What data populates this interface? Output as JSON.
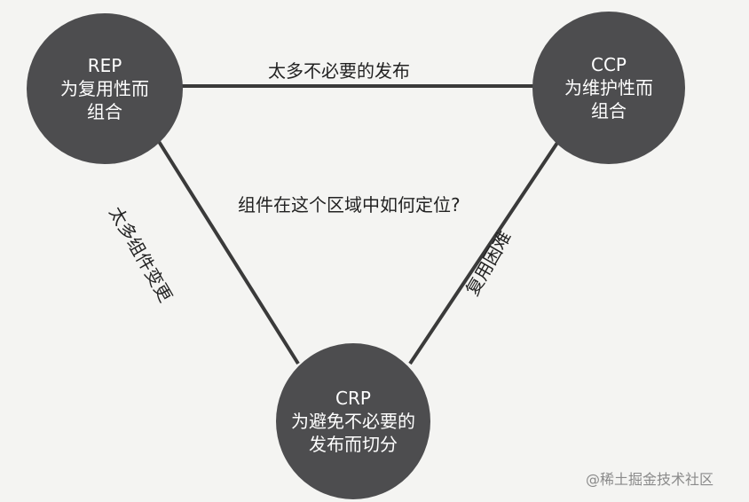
{
  "nodes": {
    "rep": {
      "lines": [
        "REP",
        "为复用性而",
        "组合"
      ]
    },
    "ccp": {
      "lines": [
        "CCP",
        "为维护性而",
        "组合"
      ]
    },
    "crp": {
      "lines": [
        "CRP",
        "为避免不必要的",
        "发布而切分"
      ]
    }
  },
  "edges": {
    "rep_ccp": "太多不必要的发布",
    "rep_crp": "太多组件变更",
    "ccp_crp": "复用困难"
  },
  "center_question": "组件在这个区域中如何定位?",
  "watermark": "@稀土掘金技术社区",
  "colors": {
    "node_fill": "#4d4d4f",
    "node_text": "#ffffff",
    "line": "#3a3a3a",
    "background": "#f4f4f2"
  }
}
